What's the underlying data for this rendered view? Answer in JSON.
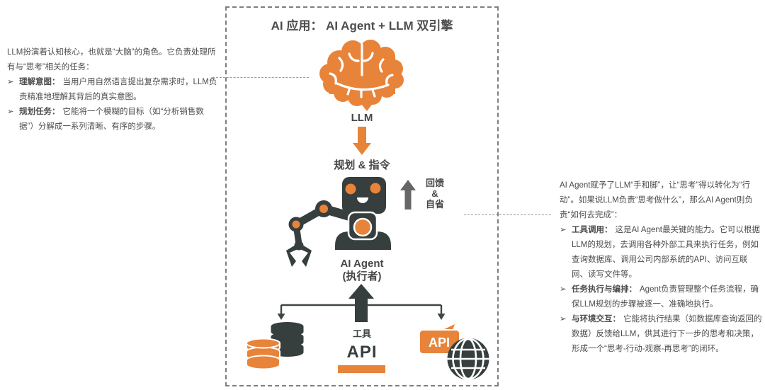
{
  "bullet_marker": "➢",
  "colors": {
    "accent_orange": "#E8833A",
    "icon_dark": "#363E3E",
    "text_gray": "#4D4D4D",
    "frame_dash_gray": "#7F7F7F"
  },
  "icons": {
    "brain": "brain-icon",
    "robot": "robot-icon",
    "database_stack": "database-stack-icon",
    "api_bubble": "api-speech-bubble-icon",
    "globe": "globe-icon",
    "plan_arrow": "down-arrow-icon",
    "feedback_arrow": "up-arrow-icon",
    "tools_arrow": "up-arrow-icon",
    "bullet": "arrowhead-bullet-icon"
  },
  "diagram": {
    "title": "AI 应用： AI Agent + LLM 双引擎",
    "llm_label": "LLM",
    "plan_label": "规划 & 指令",
    "feedback": {
      "l1": "回馈",
      "l2": "&",
      "l3": "自省"
    },
    "agent": {
      "label": "AI Agent",
      "sublabel": "(执行者)"
    },
    "tools_label": "工具",
    "api_label": "API",
    "api_badge": "API"
  },
  "left_panel": {
    "intro": "LLM扮演着认知核心，也就是“大脑”的角色。它负责处理所有与“思考”相关的任务：",
    "bullets": [
      {
        "label": "理解意图：",
        "text": "当用户用自然语言提出复杂需求时，LLM负责精准地理解其背后的真实意图。"
      },
      {
        "label": "规划任务：",
        "text": "它能将一个模糊的目标（如“分析销售数据”）分解成一系列清晰、有序的步骤。"
      }
    ]
  },
  "right_panel": {
    "intro": "AI Agent赋予了LLM“手和脚”，让“思考”得以转化为“行动”。如果说LLM负责“思考做什么”，那么AI Agent则负责“如何去完成”：",
    "bullets": [
      {
        "label": "工具调用：",
        "text": "这是AI Agent最关键的能力。它可以根据LLM的规划，去调用各种外部工具来执行任务，例如查询数据库、调用公司内部系统的API、访问互联网、读写文件等。"
      },
      {
        "label": "任务执行与编排：",
        "text": "Agent负责管理整个任务流程，确保LLM规划的步骤被逐一、准确地执行。"
      },
      {
        "label": "与环境交互：",
        "text": "它能将执行结果（如数据库查询返回的数据）反馈给LLM，供其进行下一步的思考和决策，形成一个“思考-行动-观察-再思考”的闭环。"
      }
    ]
  }
}
